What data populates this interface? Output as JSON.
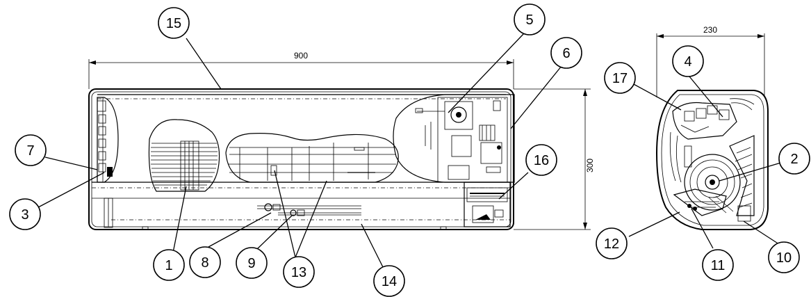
{
  "dimensions": {
    "width_front": "900",
    "height": "300",
    "depth_side": "230"
  },
  "callouts": [
    {
      "id": "c1",
      "label": "1"
    },
    {
      "id": "c2",
      "label": "2"
    },
    {
      "id": "c3",
      "label": "3"
    },
    {
      "id": "c4",
      "label": "4"
    },
    {
      "id": "c5",
      "label": "5"
    },
    {
      "id": "c6",
      "label": "6"
    },
    {
      "id": "c7",
      "label": "7"
    },
    {
      "id": "c8",
      "label": "8"
    },
    {
      "id": "c9",
      "label": "9"
    },
    {
      "id": "c10",
      "label": "10"
    },
    {
      "id": "c11",
      "label": "11"
    },
    {
      "id": "c12",
      "label": "12"
    },
    {
      "id": "c13",
      "label": "13"
    },
    {
      "id": "c14",
      "label": "14"
    },
    {
      "id": "c15",
      "label": "15"
    },
    {
      "id": "c16",
      "label": "16"
    },
    {
      "id": "c17",
      "label": "17"
    }
  ],
  "colors": {
    "line": "#000000",
    "background": "#ffffff"
  }
}
